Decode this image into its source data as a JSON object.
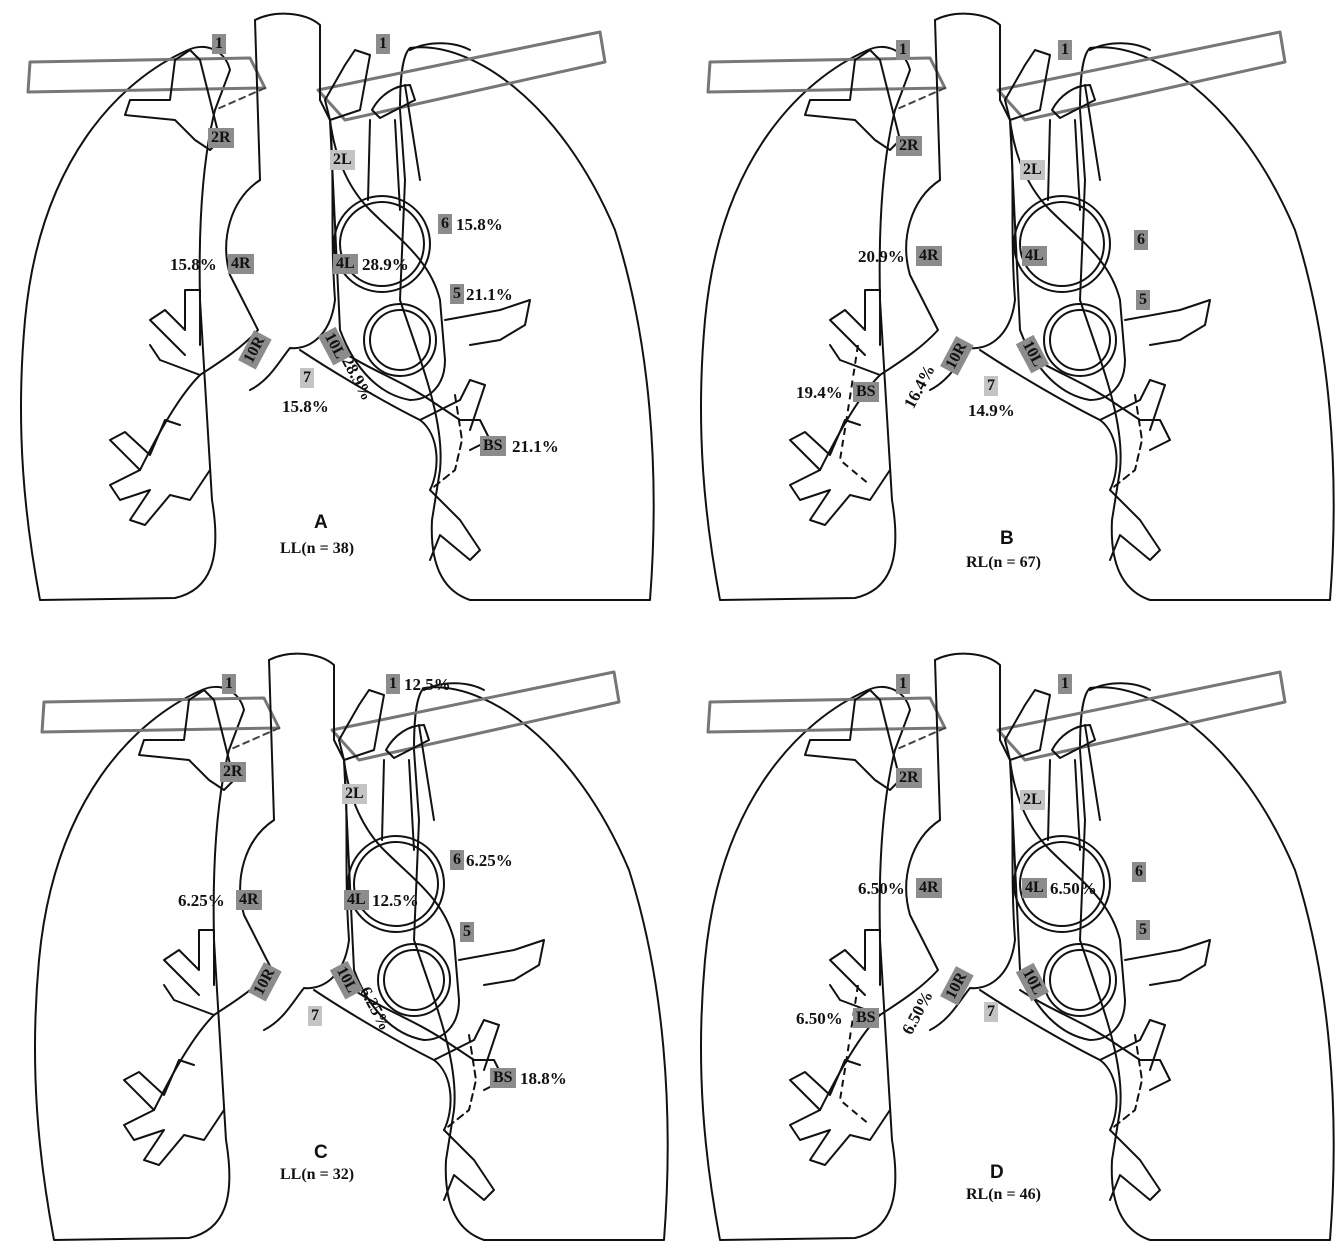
{
  "panels": [
    {
      "letter": "A",
      "caption": "LL(n = 38)",
      "tags": {
        "s1l": "1",
        "s1r": "1",
        "s2r": "2R",
        "s2l": "2L",
        "s4r": "4R",
        "s4l": "4L",
        "s6": "6",
        "s5": "5",
        "s10r": "10R",
        "s10l": "10L",
        "s7": "7",
        "sbs": "BS"
      },
      "values": {
        "v6": "15.8%",
        "v4r": "15.8%",
        "v4l": "28.9%",
        "v5": "21.1%",
        "v10l": "28.9%",
        "v7": "15.8%",
        "vbs": "21.1%"
      }
    },
    {
      "letter": "B",
      "caption": "RL(n = 67)",
      "tags": {
        "s1l": "1",
        "s1r": "1",
        "s2r": "2R",
        "s2l": "2L",
        "s4r": "4R",
        "s4l": "4L",
        "s6": "6",
        "s5": "5",
        "s10r": "10R",
        "s10l": "10L",
        "s7": "7",
        "sbs": "BS"
      },
      "values": {
        "v4r": "20.9%",
        "vbs": "19.4%",
        "v10r": "16.4%",
        "v7": "14.9%"
      }
    },
    {
      "letter": "C",
      "caption": "LL(n = 32)",
      "tags": {
        "s1l": "1",
        "s1r": "1",
        "s2r": "2R",
        "s2l": "2L",
        "s4r": "4R",
        "s4l": "4L",
        "s6": "6",
        "s5": "5",
        "s10r": "10R",
        "s10l": "10L",
        "s7": "7",
        "sbs": "BS"
      },
      "values": {
        "v1r": "12.5%",
        "v6": "6.25%",
        "v4r": "6.25%",
        "v4l": "12.5%",
        "v10l": "6.25%",
        "vbs": "18.8%"
      }
    },
    {
      "letter": "D",
      "caption": "RL(n = 46)",
      "tags": {
        "s1l": "1",
        "s1r": "1",
        "s2r": "2R",
        "s2l": "2L",
        "s4r": "4R",
        "s4l": "4L",
        "s6": "6",
        "s5": "5",
        "s10r": "10R",
        "s10l": "10L",
        "s7": "7",
        "sbs": "BS"
      },
      "values": {
        "v4r": "6.50%",
        "v4l": "6.50%",
        "vbs": "6.50%",
        "v10r": "6.50%"
      }
    }
  ]
}
